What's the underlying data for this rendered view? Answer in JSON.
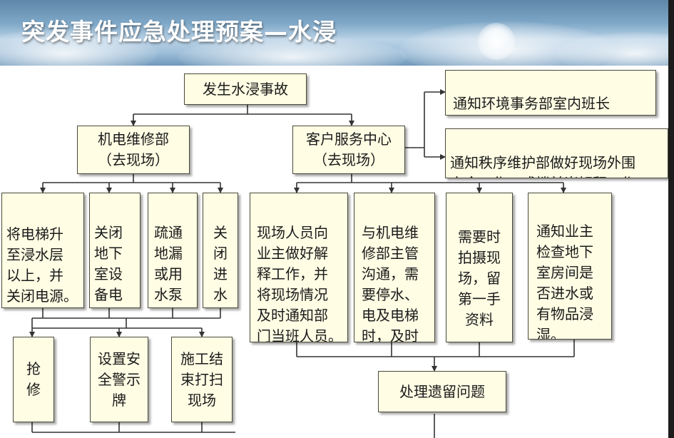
{
  "header": {
    "title": "突发事件应急处理预案—水浸"
  },
  "nodes": {
    "root": "发生水浸事故",
    "mep": "机电维修部\n（去现场）",
    "cs": "客户服务中心\n（去现场）",
    "notify_env": "通知环境事务部室内班长\n安排人员配合清扫现场。",
    "notify_order": "通知秩序维护部做好现场外围\n安全工作，或楼前岗解释工作",
    "elevator": "将电梯升\n至浸水层\n以上，并\n关闭电源。",
    "basement_power": "关闭\n地下\n室设\n备电\n源",
    "drain": "疏通\n地漏\n或用\n水泵\n排水",
    "valve": "关\n闭\n进\n水\n阀",
    "explain": "现场人员向\n业主做好解\n释工作，并\n将现场情况\n及时通知部\n门当班人员。",
    "coordinate": "与机电维\n修部主管\n沟通，需\n要停水、\n电及电梯\n时，及时\n张贴通知。",
    "photo": "需要时\n拍摄现\n场，留\n第一手\n资料",
    "owner_check": "通知业主\n检查地下\n室房间是\n否进水或\n有物品浸\n湿。",
    "repair": "抢\n修",
    "warning": "设置安\n全警示\n牌",
    "cleanup": "施工结\n束打扫\n现场",
    "residual": "处理遗留问题"
  },
  "colors": {
    "box_fill": "#fffde4",
    "box_border": "#4a4a3a",
    "title_text": "#ffffff"
  }
}
